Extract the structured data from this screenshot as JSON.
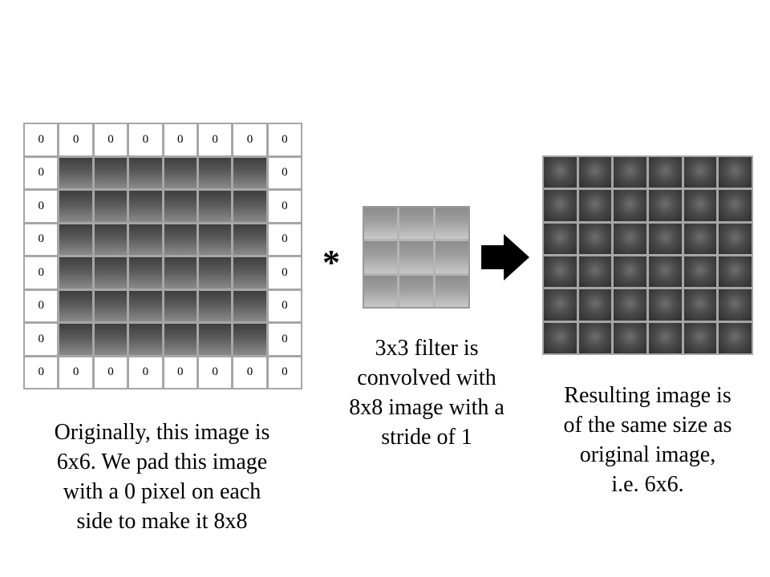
{
  "padded_image": {
    "rows": 8,
    "cols": 8,
    "pad_value": "0"
  },
  "convolution_symbol": "*",
  "filter": {
    "rows": 3,
    "cols": 3
  },
  "result_image": {
    "rows": 6,
    "cols": 6
  },
  "captions": {
    "left": [
      "Originally, this image is",
      "6x6. We pad this image",
      "with a 0 pixel on each",
      "side to make it 8x8"
    ],
    "middle": [
      "3x3 filter is",
      "convolved with",
      "8x8 image with a",
      "stride of 1"
    ],
    "right": [
      "Resulting image is",
      "of the same size as",
      "original image,",
      "i.e. 6x6."
    ]
  },
  "colors": {
    "grid_border": "#a6a6a6",
    "arrow": "#000000"
  }
}
